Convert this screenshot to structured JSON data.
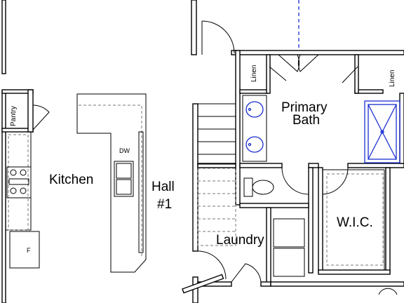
{
  "rooms": {
    "kitchen": "Kitchen",
    "hall_line1": "Hall",
    "hall_line2": "#1",
    "primary_bath_line1": "Primary",
    "primary_bath_line2": "Bath",
    "laundry": "Laundry",
    "wic": "W.I.C.",
    "pantry": "Pantry",
    "linen_left": "Linen",
    "linen_right": "Linen"
  },
  "fixtures": {
    "dishwasher": "DW",
    "fridge": "F"
  },
  "colors": {
    "wall": "#000000",
    "plumbing_fixture": "#1a2fd0",
    "dashed_outline": "#777777"
  }
}
